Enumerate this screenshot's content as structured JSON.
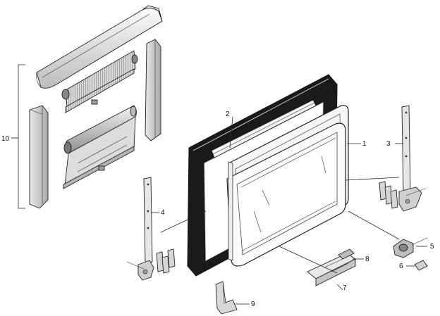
{
  "callouts": {
    "c1": "1",
    "c2": "2",
    "c3": "3",
    "c4": "4",
    "c5": "5",
    "c6": "6",
    "c7": "7",
    "c8": "8",
    "c9": "9",
    "c10": "10"
  },
  "colors": {
    "line": "#222222",
    "part_light": "#f2f2f2",
    "part_mid": "#cfcfcf",
    "part_dark": "#9a9a9a",
    "frame_dark": "#1a1a1a",
    "background": "#ffffff"
  }
}
